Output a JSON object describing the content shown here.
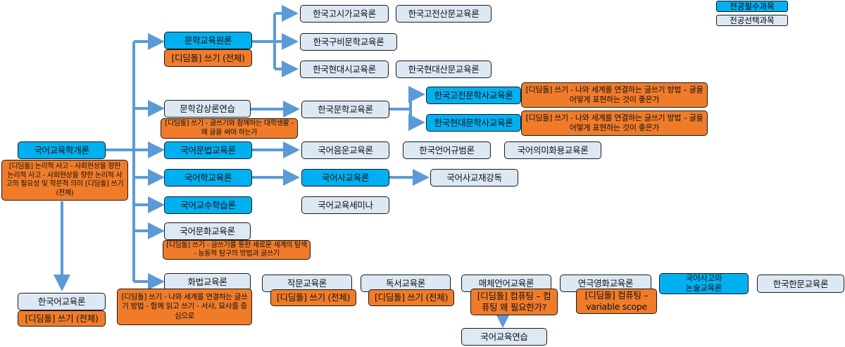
{
  "legend": {
    "required": "전공필수과목",
    "elective": "전공선택과목"
  },
  "colors": {
    "required": "#00b0f0",
    "elective": "#dde8f5",
    "note": "#f07c2a",
    "arrow": "#5b9bd5"
  },
  "nodes": {
    "intro": "국어교육학개론",
    "intro_note": "[디딤돌] 논리적 사고 - 사회현상을 향한 논리적 사고 - 사회현상을 향한 논리적 사고의 필요성 및 학문적 의미 [디딤돌] 쓰기 (전체)",
    "korean_edu": "한국어교육론",
    "korean_edu_note": "[디딤돌] 쓰기 (전체)",
    "lit_edu": "문학교육원론",
    "lit_edu_note": "[디딤돌] 쓰기 (전체)",
    "lit_appr": "문학감상론연습",
    "lit_appr_note": "[디딤돌] 쓰기 - 글쓰기와 함께하는 대학생활 - 왜 글을 써야 하는가",
    "grammar_edu": "국어문법교육론",
    "korean_study_edu": "국어학교육론",
    "teaching_method": "국어교수학습론",
    "culture_edu": "국어문화교육론",
    "culture_edu_note": "[디딤돌] 쓰기 - 글쓰기를 통한 새로운 세계의 탐색 - 능동적 탐구의 방법과 글쓰기",
    "speech_edu": "화법교육론",
    "speech_edu_note": "[디딤돌] 쓰기 - 나와 세계를 연결하는 글쓰기 방법 - 함께 읽고 쓰기 - 서사, 묘사를 중심으로",
    "writing_edu": "작문교육론",
    "writing_edu_note": "[디딤돌] 쓰기 (전체)",
    "reading_edu": "독서교육론",
    "reading_edu_note": "[디딤돌] 쓰기 (전체)",
    "media_edu": "매체언어교육론",
    "media_edu_note": "[디딤돌] 컴퓨팅 – 컴퓨팅 왜 필요한가?",
    "practice": "국어교육연습",
    "drama_edu": "연극영화교육론",
    "drama_edu_note": "[디딤돌] 컴퓨팅 – variable scope",
    "thinking_line1": "국어사고와",
    "thinking_line2": "논술교육론",
    "hanmun_edu": "한국한문교육론",
    "classic_poetry": "한국고시가교육론",
    "classic_prose": "한국고전산문교육론",
    "oral_lit": "한국구비문학교육론",
    "modern_poetry": "한국현대시교육론",
    "modern_prose": "한국현대산문교육론",
    "korean_lit": "한국문학교육론",
    "classic_hist": "한국고전문학사교육론",
    "classic_hist_note": "[디딤돌] 쓰기 - 나와 세계를 연결하는 글쓰기 방법 – 글을 어떻게 표현하는 것이 좋은가",
    "modern_hist": "한국현대문학사교육론",
    "modern_hist_note": "[디딤돌] 쓰기 - 나와 세계를 연결하는 글쓰기 방법 – 글을 어떻게 표현하는 것이 좋은가",
    "phonology": "국어음운교육론",
    "norms": "한국언어규범론",
    "semantics": "국어의미화용교육론",
    "history_edu": "국어사교육론",
    "history_reading": "국어사교재강독",
    "seminar": "국어교육세미나"
  }
}
